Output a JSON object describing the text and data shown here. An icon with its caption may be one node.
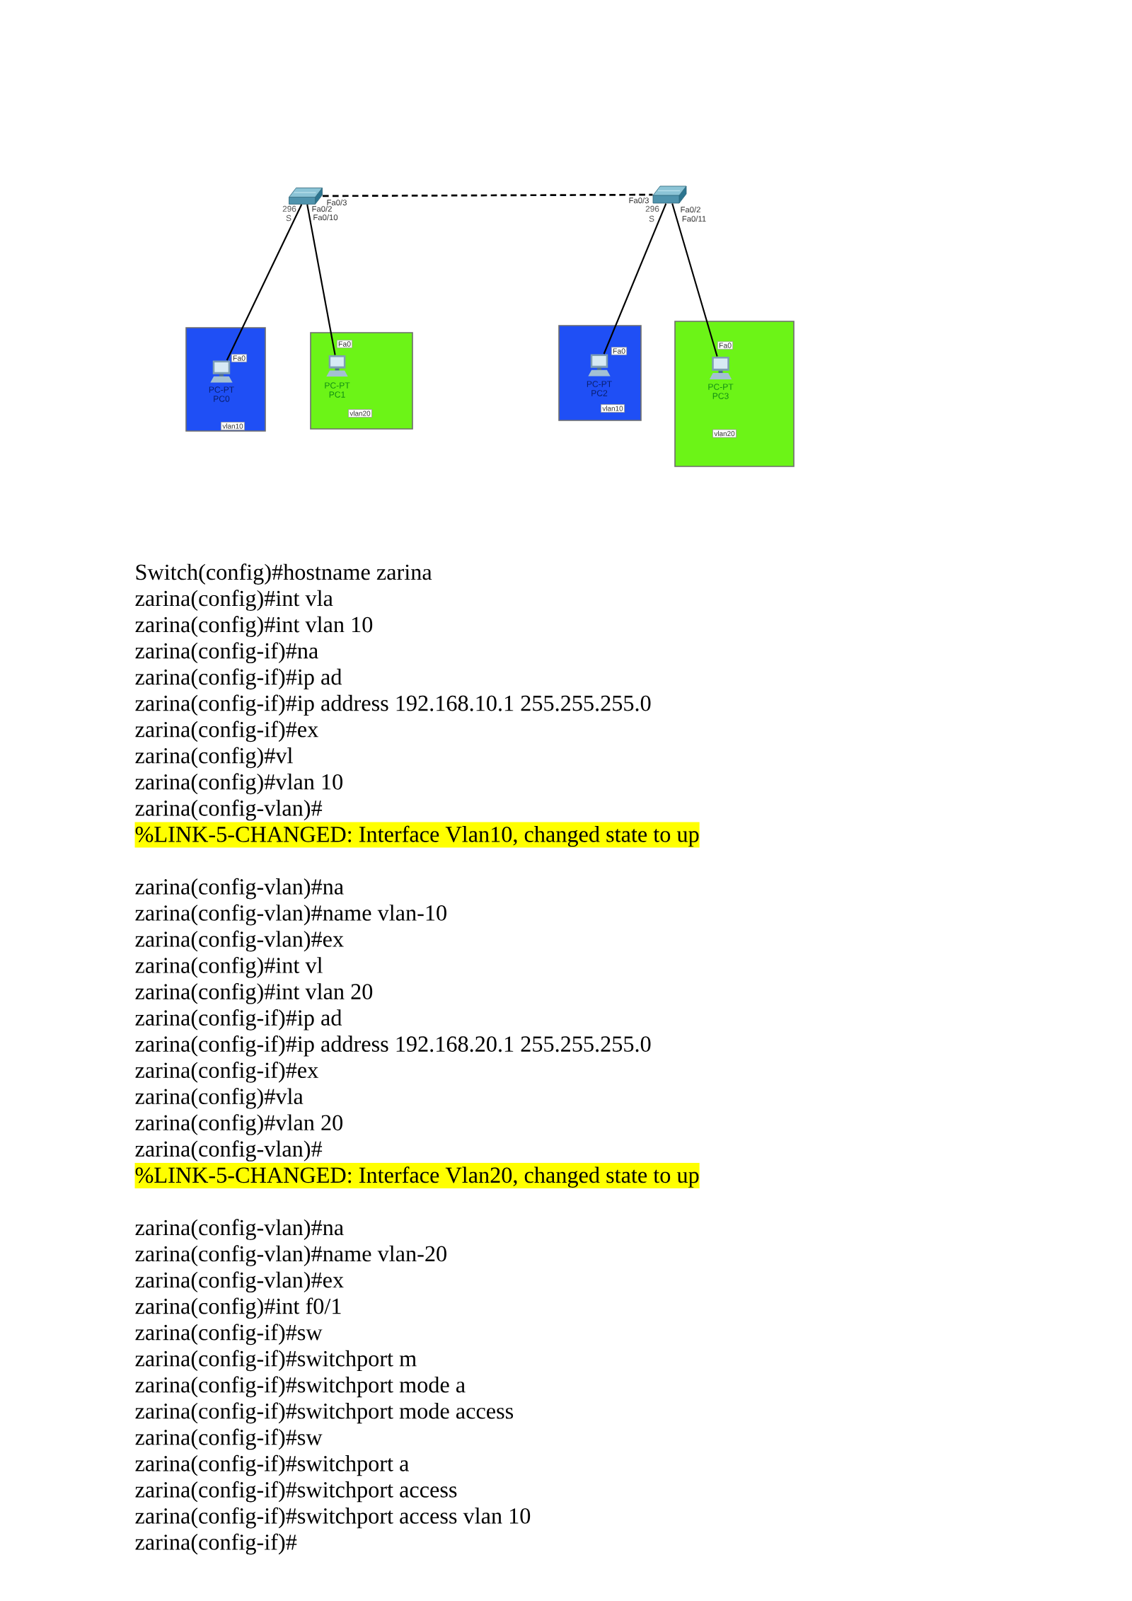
{
  "diagram": {
    "nodes": [
      {
        "text": [],
        "shape": "picture",
        "beside": [
          "296",
          "S"
        ]
      },
      {
        "text": [],
        "shape": "picture",
        "beside": [
          "296",
          "S"
        ]
      },
      {
        "text": [
          "vlan10"
        ]
      },
      {
        "text": [],
        "shape": "picture",
        "in": 2,
        "beside": [
          "PC-PT PC0"
        ]
      },
      {
        "text": [
          "vlan20"
        ]
      },
      {
        "text": [],
        "shape": "picture",
        "in": 4,
        "beside": [
          "PC-PT PC1"
        ]
      },
      {
        "text": [
          "vlan10"
        ]
      },
      {
        "text": [],
        "shape": "picture",
        "in": 6,
        "beside": [
          "PC-PT PC2"
        ]
      },
      {
        "text": [
          "vlan20"
        ]
      },
      {
        "text": [],
        "shape": "picture",
        "in": 8,
        "beside": [
          "PC-PT PC3"
        ]
      },
      {
        "text": [
          "%LINK-5-CHANGED: Interface Vlan10, changed state to up"
        ]
      },
      {
        "text": [
          "%LINK-5-CHANGED: Interface Vlan20, changed state to up"
        ]
      }
    ],
    "edges": [
      {
        "from": 0,
        "to": 1,
        "arrow": "none",
        "style": "dashed"
      },
      {
        "from": 0,
        "to": 3,
        "arrow": "none"
      },
      {
        "from": 0,
        "to": 5,
        "arrow": "none"
      },
      {
        "from": 1,
        "to": 7,
        "arrow": "none"
      },
      {
        "from": 1,
        "to": 9,
        "arrow": "none"
      }
    ],
    "labels": [
      "Fa0/3",
      "Fa0/2",
      "Fa0/10",
      "Fa0/3",
      "Fa0/2",
      "Fa0/11",
      "Fa0",
      "Fa0",
      "Fa0",
      "Fa0",
      "Switch(config)#hostname zarina",
      "zarina(config)#int vla",
      "zarina(config)#int vlan 10",
      "zarina(config-if)#na",
      "zarina(config-if)#ip ad",
      "zarina(config-if)#ip address 192.168.10.1 255.255.255.0",
      "zarina(config-if)#ex",
      "zarina(config)#vl",
      "zarina(config)#vlan 10",
      "zarina(config-vlan)#",
      "zarina(config-vlan)#na",
      "zarina(config-vlan)#name vlan-10",
      "zarina(config-vlan)#ex",
      "zarina(config)#int vl",
      "zarina(config)#int vlan 20",
      "zarina(config-if)#ip ad",
      "zarina(config-if)#ip address 192.168.20.1 255.255.255.0",
      "zarina(config-if)#ex",
      "zarina(config)#vla",
      "zarina(config)#vlan 20",
      "zarina(config-vlan)#",
      "zarina(config-vlan)#na",
      "zarina(config-vlan)#name vlan-20",
      "zarina(config-vlan)#ex",
      "zarina(config)#int f0/1",
      "zarina(config-if)#sw",
      "zarina(config-if)#switchport m",
      "zarina(config-if)#switchport mode a",
      "zarina(config-if)#switchport mode access",
      "zarina(config-if)#sw",
      "zarina(config-if)#switchport a",
      "zarina(config-if)#switchport access",
      "zarina(config-if)#switchport access vlan 10",
      "zarina(config-if)#"
    ]
  }
}
